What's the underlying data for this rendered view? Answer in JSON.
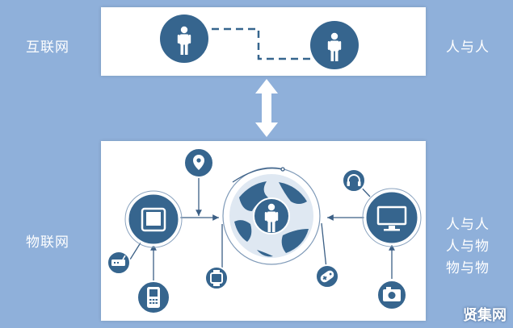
{
  "labels": {
    "internet": "互联网",
    "internet_relation": "人与人",
    "iot": "物联网",
    "iot_relations": [
      "人与人",
      "人与物",
      "物与物"
    ]
  },
  "watermark": "贤集网",
  "colors": {
    "background": "#8fb0da",
    "node": "#36658e",
    "panel": "#ffffff",
    "line": "#3b5f85"
  },
  "icons": {
    "person": "person-icon",
    "tablet": "tablet-icon",
    "location": "location-pin-icon",
    "globe": "globe-icon",
    "monitor": "monitor-icon",
    "headphones": "headphones-icon",
    "camera": "camera-icon",
    "phone": "phone-icon",
    "watch": "watch-icon",
    "gamepad": "gamepad-icon",
    "router": "router-icon"
  }
}
